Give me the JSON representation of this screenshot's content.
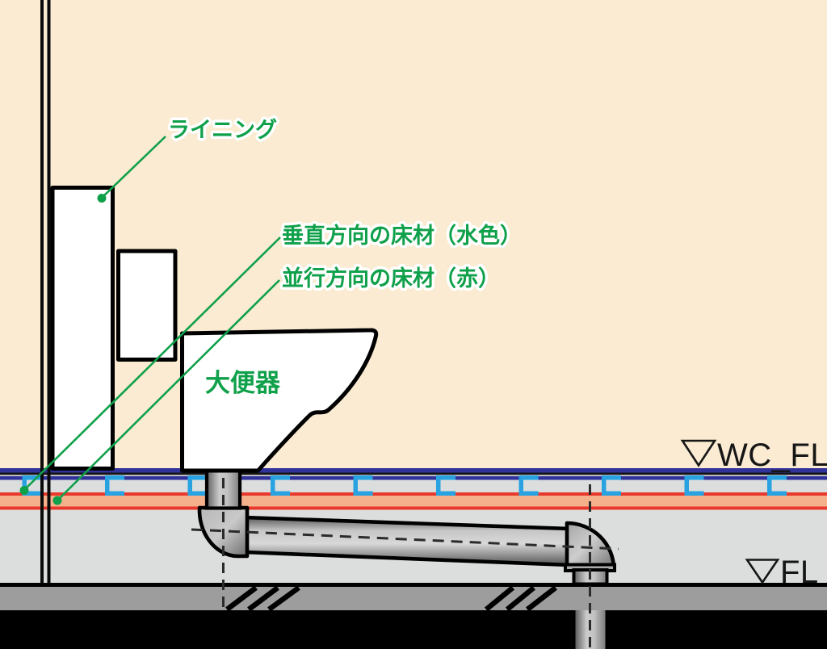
{
  "diagram": {
    "type": "toilet-installation-section",
    "annotations": {
      "lining": {
        "label": "ライニング"
      },
      "vertical_floor": {
        "label": "垂直方向の床材（水色）"
      },
      "parallel_floor": {
        "label": "並行方向の床材（赤）"
      },
      "toilet": {
        "label": "大便器"
      }
    },
    "levels": {
      "wc_floor": {
        "label": "WC_FL"
      },
      "floor": {
        "label": "FL"
      }
    },
    "colors": {
      "background_beige": "#FAEBD2",
      "annotation_green": "#0FA04A",
      "floor_navy": "#32329B",
      "vertical_material_cyan": "#29A2E1",
      "parallel_material_red": "#E8392C",
      "parallel_material_salmon": "#F5B08C",
      "cavity_gray": "#DCDEDE",
      "slab_gray": "#9D9D9D",
      "pipe_gray": "#B5B5B5"
    }
  }
}
